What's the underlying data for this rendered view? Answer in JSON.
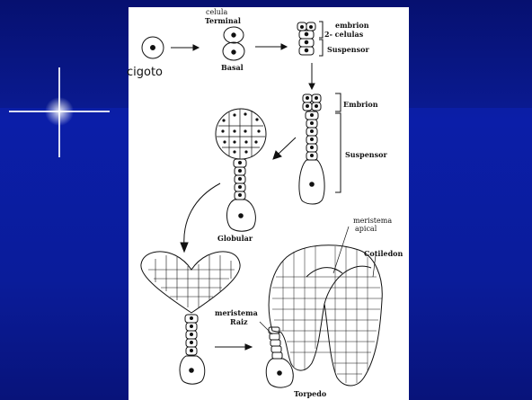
{
  "labels": {
    "celula": "celula",
    "terminal": "Terminal",
    "basal": "Basal",
    "cigoto": "cigoto",
    "embrion_2": "embrion",
    "dos_celulas": "2- celulas",
    "suspensor_1": "Suspensor",
    "embrion_b": "Embrion",
    "suspensor_2": "Suspensor",
    "globular": "Globular",
    "meristema_apical_1": "meristema",
    "meristema_apical_2": "apical",
    "cotiledon": "Cotiledon",
    "meristema_raiz_1": "meristema",
    "meristema_raiz_2": "Raiz",
    "torpedo": "Torpedo"
  },
  "colors": {
    "background": "#0a1c9a",
    "panel": "#ffffff",
    "ink": "#111111"
  }
}
